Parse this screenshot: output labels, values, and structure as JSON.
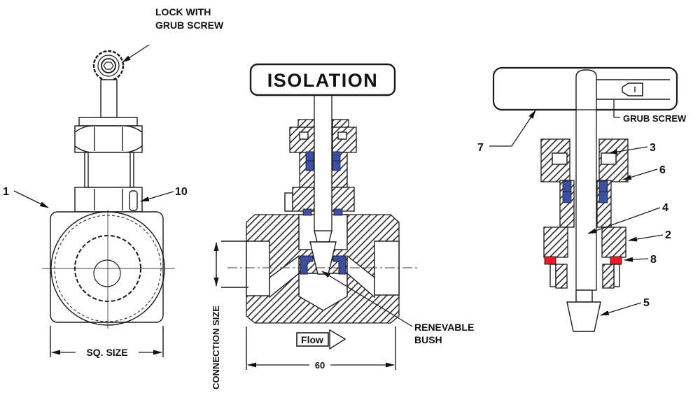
{
  "colors": {
    "seal_blue": "#3b4fa4",
    "seal_red": "#ed1c24",
    "line": "#1a1a1a"
  },
  "front_view": {
    "lock_callout_line1": "LOCK WITH",
    "lock_callout_line2": "GRUB SCREW",
    "part_body": "1",
    "part_lock_nut": "10",
    "dim_square": "SQ. SIZE"
  },
  "section_view": {
    "handle_text": "ISOLATION",
    "dim_connection": "CONNECTION SIZE",
    "flow_text": "Flow",
    "dim_length": "60",
    "bush_callout_line1": "RENEVABLE",
    "bush_callout_line2": "BUSH"
  },
  "side_section_view": {
    "part_handle": "7",
    "grub_screw_callout": "GRUB SCREW",
    "part_packing": "3",
    "part_bonnet": "6",
    "part_stem": "4",
    "part_gland": "2",
    "part_seal": "8",
    "part_tip": "5"
  }
}
